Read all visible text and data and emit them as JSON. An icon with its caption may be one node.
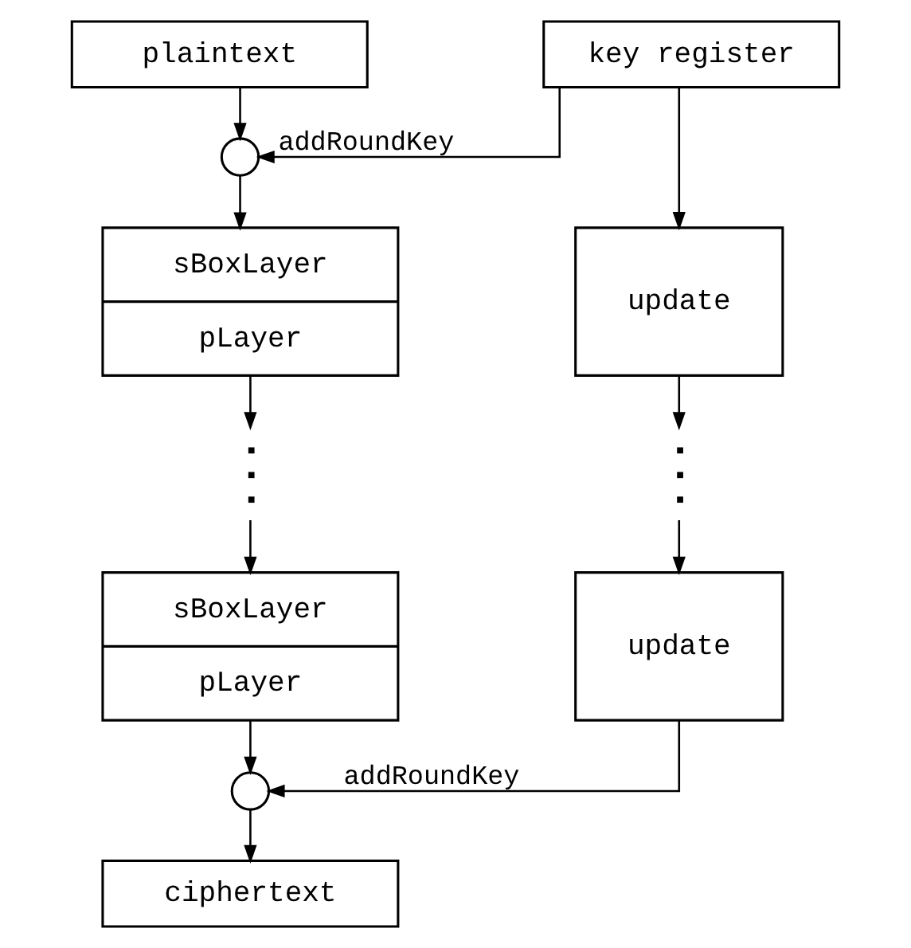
{
  "diagram": {
    "nodes": [
      {
        "text": [
          "plaintext"
        ]
      },
      {
        "text": [
          "key register"
        ]
      },
      {
        "text": [],
        "shape": "circle"
      },
      {
        "text": [
          "sBoxLayer",
          "pLayer"
        ]
      },
      {
        "text": [
          "update"
        ]
      },
      {
        "text": [],
        "shape": "dots"
      },
      {
        "text": [],
        "shape": "dots"
      },
      {
        "text": [
          "sBoxLayer",
          "pLayer"
        ]
      },
      {
        "text": [
          "update"
        ]
      },
      {
        "text": [],
        "shape": "circle"
      },
      {
        "text": [
          "ciphertext"
        ]
      }
    ],
    "edges": [
      {
        "from": 0,
        "to": 2,
        "arrow": "to"
      },
      {
        "from": 1,
        "to": 2,
        "arrow": "to",
        "label": "addRoundKey"
      },
      {
        "from": 1,
        "to": 4,
        "arrow": "to"
      },
      {
        "from": 2,
        "to": 3,
        "arrow": "to"
      },
      {
        "from": 3,
        "to": 5,
        "arrow": "to"
      },
      {
        "from": 5,
        "to": 7,
        "arrow": "to"
      },
      {
        "from": 4,
        "to": 6,
        "arrow": "to"
      },
      {
        "from": 6,
        "to": 8,
        "arrow": "to"
      },
      {
        "from": 7,
        "to": 9,
        "arrow": "to"
      },
      {
        "from": 8,
        "to": 9,
        "arrow": "to",
        "label": "addRoundKey"
      },
      {
        "from": 9,
        "to": 10,
        "arrow": "to"
      }
    ]
  }
}
